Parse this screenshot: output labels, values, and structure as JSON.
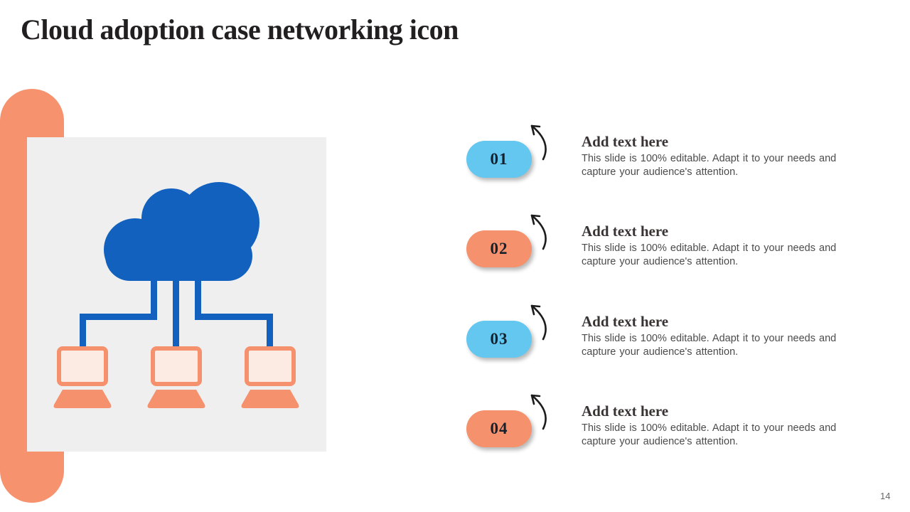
{
  "slide": {
    "title": "Cloud adoption case networking icon",
    "page_number": "14"
  },
  "items": [
    {
      "number": "01",
      "badge_color": "#63c7f0",
      "heading": "Add text here",
      "body": "This slide is 100% editable. Adapt it to your needs and capture your audience's attention."
    },
    {
      "number": "02",
      "badge_color": "#f5916c",
      "heading": "Add text here",
      "body": "This slide is 100% editable. Adapt it to your needs and capture your audience's attention."
    },
    {
      "number": "03",
      "badge_color": "#63c7f0",
      "heading": "Add text here",
      "body": "This slide is 100% editable. Adapt it to your needs and capture your audience's attention."
    },
    {
      "number": "04",
      "badge_color": "#f5916c",
      "heading": "Add text here",
      "body": "This slide is 100% editable. Adapt it to your needs and capture your audience's attention."
    }
  ],
  "colors": {
    "accent_orange": "#f7926e",
    "badge_orange": "#f5916c",
    "badge_blue": "#63c7f0",
    "cloud_blue": "#1261be",
    "panel_gray": "#f0eff0",
    "laptop_screen_peach": "#fcebe3",
    "title_color": "#221f20",
    "heading_color": "#393334",
    "body_color": "#4b4b4b",
    "arrow_color": "#1c1c1c",
    "page_number_color": "#686868"
  }
}
